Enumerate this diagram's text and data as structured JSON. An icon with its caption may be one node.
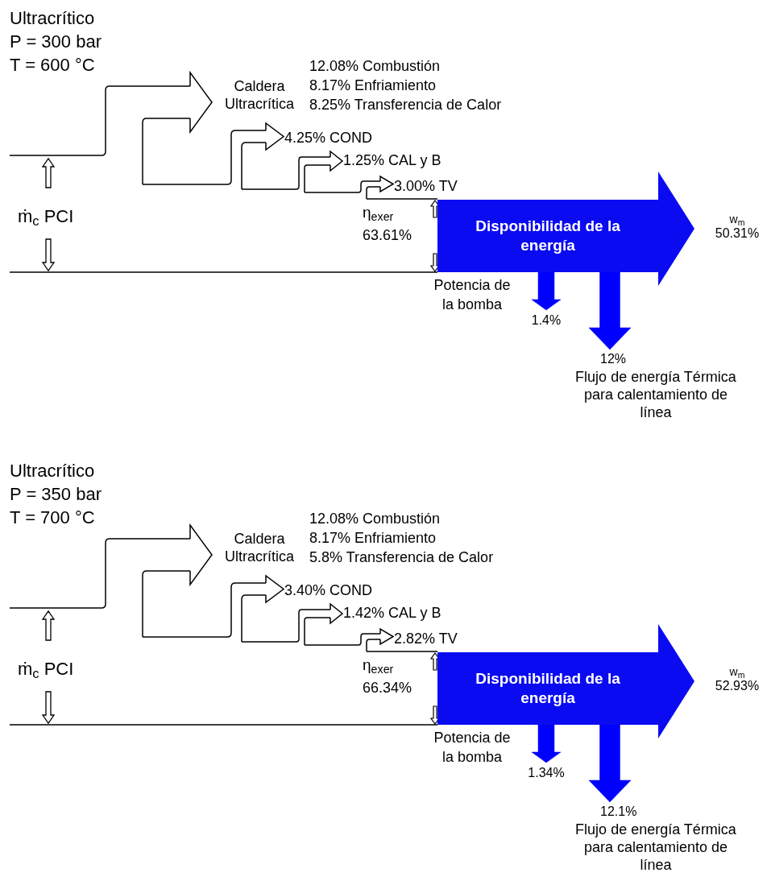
{
  "diagram": {
    "nodes": [
      {
        "text": [
          "Caldera Ultracrítica"
        ],
        "beside": [
          "12.08% Combustión",
          "8.17% Enfriamiento",
          "8.25% Transferencia de Calor"
        ]
      },
      {
        "text": [
          "4.25% COND"
        ]
      },
      {
        "text": [
          "1.25% CAL y B"
        ]
      },
      {
        "text": [
          "3.00% TV"
        ]
      },
      {
        "text": [
          "Disponibilidad de la energía"
        ]
      },
      {
        "text": [
          "w$_{m}$",
          "50.31%"
        ]
      },
      {
        "text": [
          "1.4%"
        ]
      },
      {
        "text": [
          "12%",
          "Flujo de energía Térmica para calentamiento de línea"
        ]
      },
      {
        "text": [
          "Caldera Ultracrítica"
        ],
        "beside": [
          "12.08% Combustión",
          "8.17% Enfriamiento",
          "5.8% Transferencia de Calor"
        ]
      },
      {
        "text": [
          "3.40% COND"
        ]
      },
      {
        "text": [
          "1.42% CAL y B"
        ]
      },
      {
        "text": [
          "2.82% TV"
        ]
      },
      {
        "text": [
          "Disponibilidad de la energía"
        ]
      },
      {
        "text": [
          "w$_{m}$",
          "52.93%"
        ]
      },
      {
        "text": [
          "1.34%"
        ]
      },
      {
        "text": [
          "12.1%",
          "Flujo de energía Térmica para calentamiento de línea"
        ]
      }
    ],
    "edges": [
      {
        "from": null,
        "to": 0,
        "arrow": "to"
      },
      {
        "from": null,
        "to": 1,
        "arrow": "to"
      },
      {
        "from": null,
        "to": 2,
        "arrow": "to"
      },
      {
        "from": null,
        "to": 3,
        "arrow": "to"
      },
      {
        "from": 4,
        "to": 6,
        "arrow": "to",
        "color": "#0000ff"
      },
      {
        "from": 4,
        "to": 7,
        "arrow": "to",
        "color": "#0000ff"
      },
      {
        "from": null,
        "to": 8,
        "arrow": "to"
      },
      {
        "from": null,
        "to": 9,
        "arrow": "to"
      },
      {
        "from": null,
        "to": 10,
        "arrow": "to"
      },
      {
        "from": null,
        "to": 11,
        "arrow": "to"
      },
      {
        "from": 12,
        "to": 14,
        "arrow": "to",
        "color": "#0000ff"
      },
      {
        "from": 12,
        "to": 15,
        "arrow": "to",
        "color": "#0000ff"
      }
    ],
    "labels": [
      "Ultracrítico",
      "P = 300 bar",
      "T = 600 °C",
      "ṁ$_{c}$ PCI",
      "η$_{exer}$",
      "63.61%",
      "Potencia de la bomba",
      "Ultracrítico",
      "P = 350 bar",
      "T = 700 °C",
      "ṁ$_{c}$ PCI",
      "η$_{exer}$",
      "66.34%",
      "Potencia de la bomba"
    ]
  }
}
